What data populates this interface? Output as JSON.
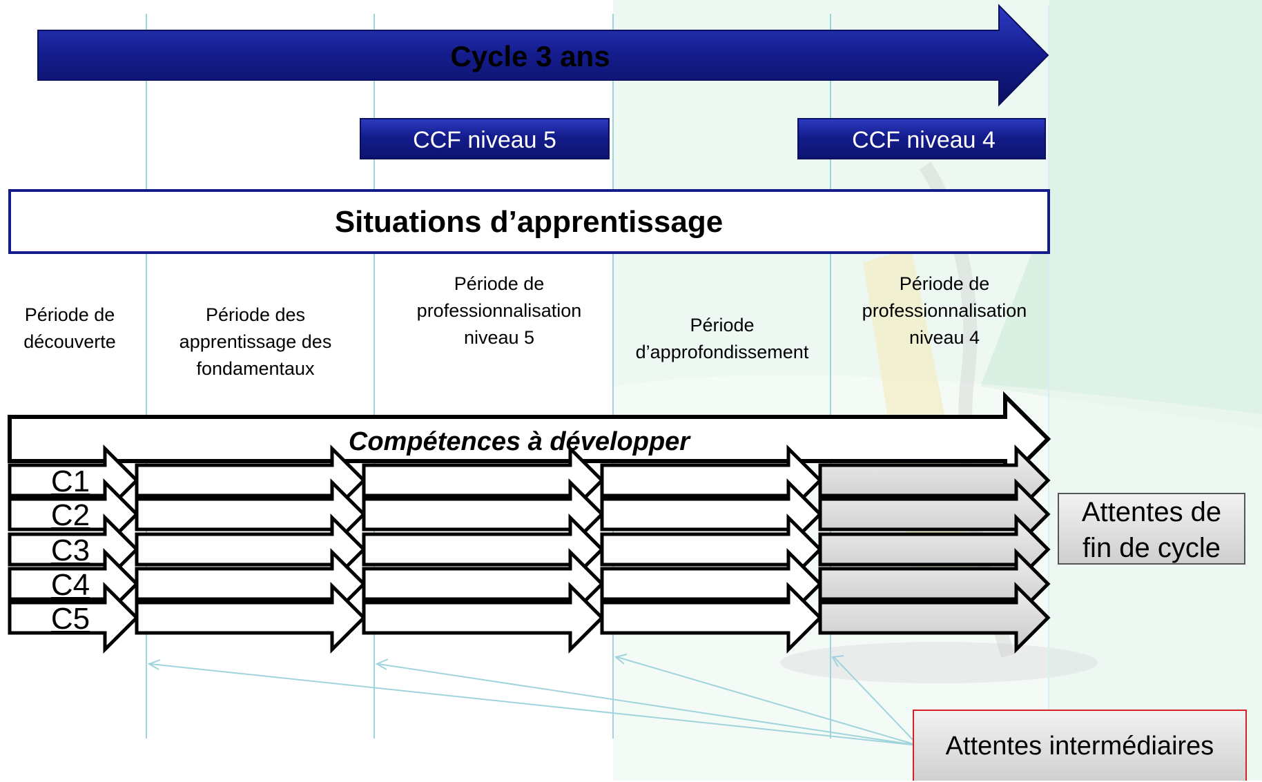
{
  "cycle_arrow": {
    "label": "Cycle 3 ans"
  },
  "ccf": {
    "level5": "CCF niveau 5",
    "level4": "CCF niveau 4"
  },
  "situations_box": {
    "label": "Situations d’apprentissage"
  },
  "periods": [
    {
      "line1": "Période de",
      "line2": "découverte",
      "line3": ""
    },
    {
      "line1": "Période des",
      "line2": "apprentissage des",
      "line3": "fondamentaux"
    },
    {
      "line1": "Période de",
      "line2": "professionnalisation",
      "line3": "niveau 5"
    },
    {
      "line1": "Période",
      "line2": "d’approfondissement",
      "line3": ""
    },
    {
      "line1": "Période de",
      "line2": "professionnalisation",
      "line3": "niveau 4"
    }
  ],
  "competences": {
    "label": "Compétences à développer",
    "items": [
      "C1",
      "C2",
      "C3",
      "C4",
      "C5"
    ]
  },
  "end_expectations": {
    "line1": "Attentes de",
    "line2": "fin de cycle"
  },
  "intermediate_expectations": {
    "label": "Attentes intermédiaires"
  },
  "colors": {
    "navy": "#141c8c",
    "navy_light": "#2d3bc4",
    "background_green": "#e7f4ee",
    "guide_line": "#9fd4dc",
    "red_border": "#d42020",
    "gray_box": "#dcdcdc"
  }
}
